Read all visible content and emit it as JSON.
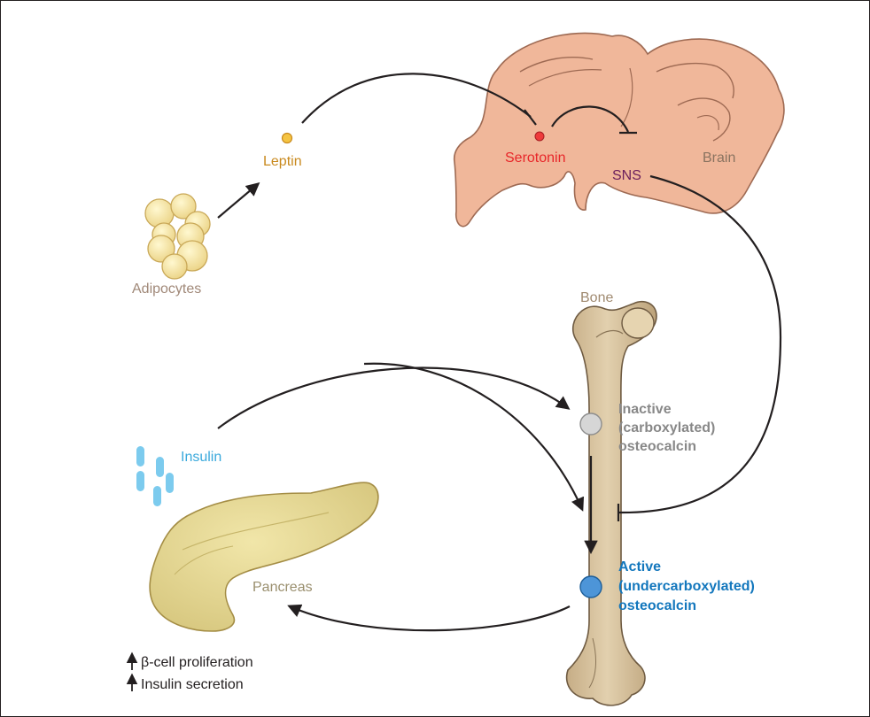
{
  "labels": {
    "leptin": "Leptin",
    "adipocytes": "Adipocytes",
    "serotonin": "Serotonin",
    "sns": "SNS",
    "brain": "Brain",
    "bone": "Bone",
    "insulin": "Insulin",
    "pancreas": "Pancreas",
    "inactive_line1": "Inactive",
    "inactive_line2": "(carboxylated)",
    "inactive_line3": "osteocalcin",
    "active_line1": "Active",
    "active_line2": "(undercarboxylated)",
    "active_line3": "osteocalcin",
    "effect1": "β-cell proliferation",
    "effect2": "Insulin secretion"
  },
  "colors": {
    "leptin": "#c98a1e",
    "adipocytes": "#a08878",
    "serotonin": "#e8272a",
    "sns": "#6b1f5c",
    "brain_label": "#8a7360",
    "bone_label": "#a08a70",
    "insulin": "#3aa9dc",
    "inactive": "#888888",
    "active": "#1377bd",
    "effects": "#231f20"
  }
}
